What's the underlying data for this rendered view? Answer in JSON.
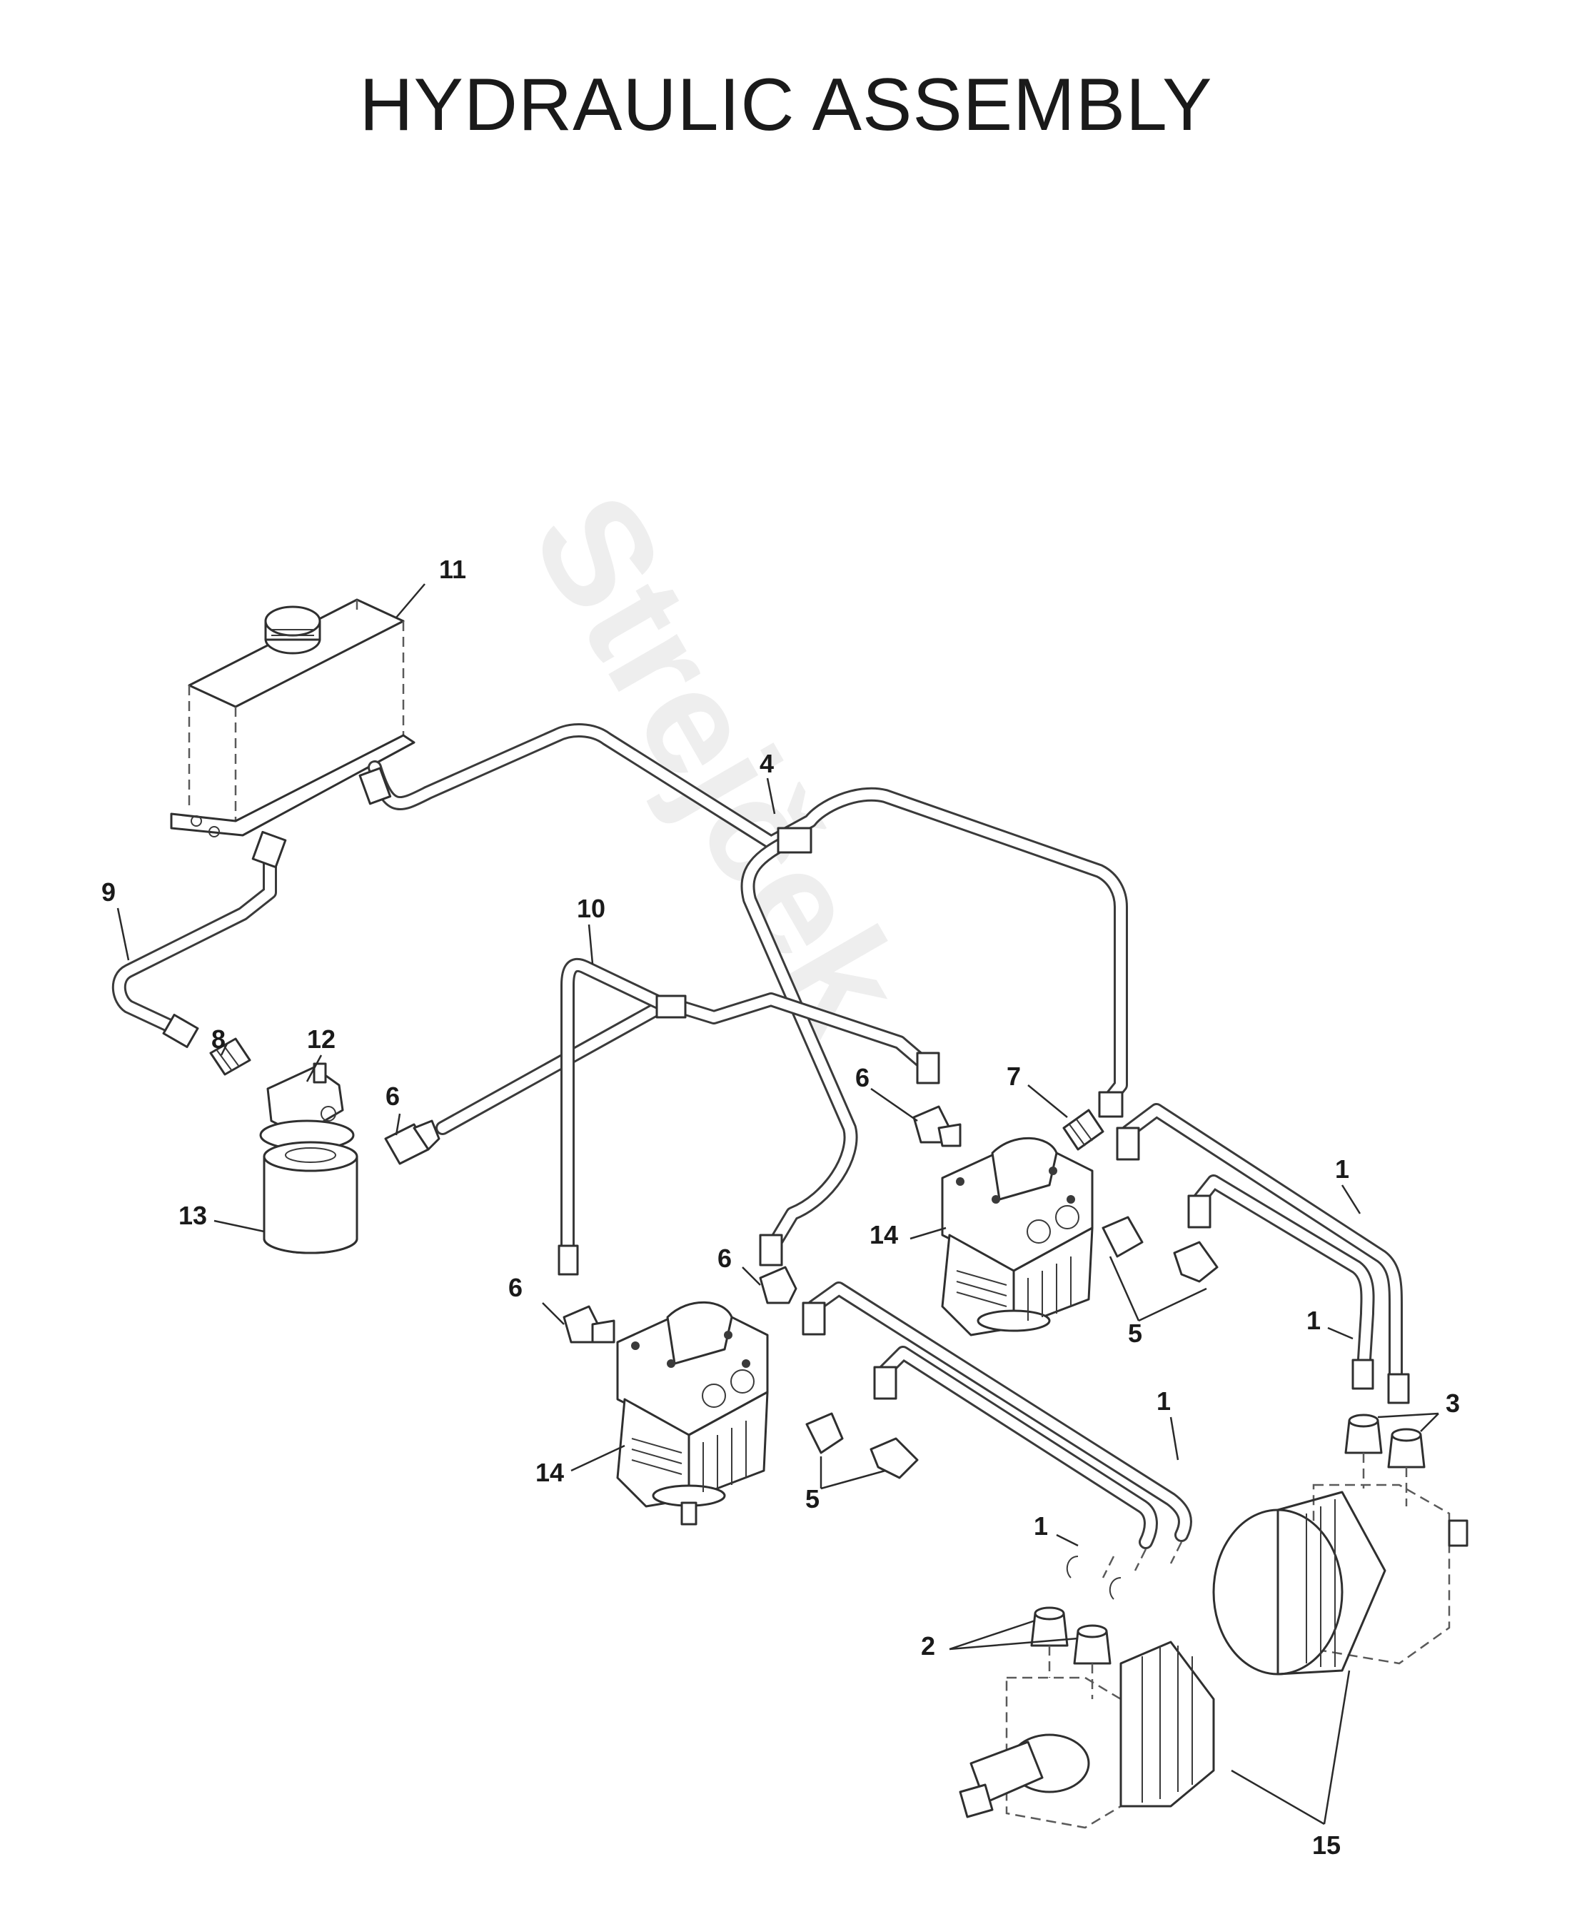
{
  "title": "HYDRAULIC ASSEMBLY",
  "watermark": "Strejček",
  "callouts": {
    "c1a": "1",
    "c1b": "1",
    "c1c": "1",
    "c1d": "1",
    "c2": "2",
    "c3": "3",
    "c4": "4",
    "c5a": "5",
    "c5b": "5",
    "c6a": "6",
    "c6b": "6",
    "c6c": "6",
    "c6d": "6",
    "c7": "7",
    "c8": "8",
    "c9": "9",
    "c10": "10",
    "c11": "11",
    "c12": "12",
    "c13": "13",
    "c14a": "14",
    "c14b": "14",
    "c15": "15"
  }
}
